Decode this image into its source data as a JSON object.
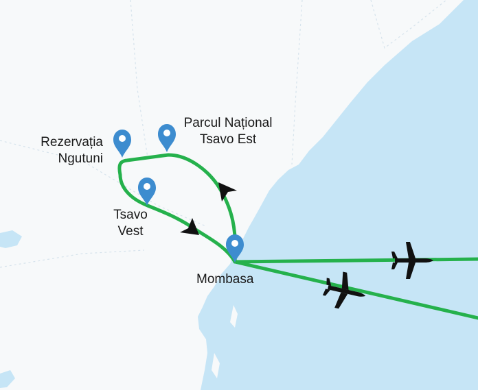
{
  "colors": {
    "land": "#f7f9fa",
    "sea": "#c6e5f6",
    "route": "#25b14c",
    "pin": "#3d8ccf",
    "pin_dark": "#2a6ea8",
    "plane": "#111111",
    "arrow": "#111111",
    "border_dashed": "#d6e3ec"
  },
  "labels": {
    "ngutuni_1": "Rezervația",
    "ngutuni_2": "Ngutuni",
    "tsavo_est_1": "Parcul Național",
    "tsavo_est_2": "Tsavo Est",
    "tsavo_vest_1": "Tsavo",
    "tsavo_vest_2": "Vest",
    "mombasa": "Mombasa"
  },
  "icons": {
    "pin": "map-pin-icon",
    "plane": "airplane-icon",
    "arrow": "direction-arrow-icon"
  }
}
